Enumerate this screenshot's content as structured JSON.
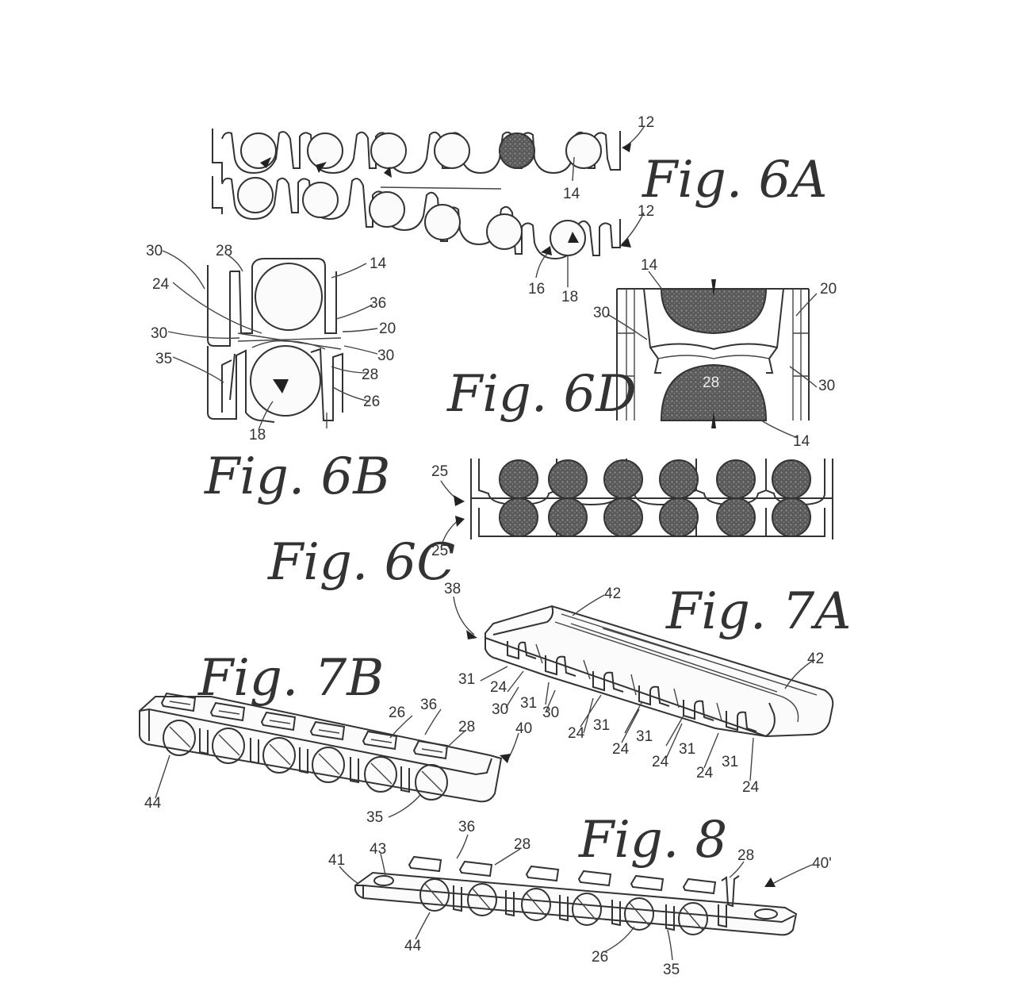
{
  "figures": {
    "fig6a": "Fig. 6A",
    "fig6b": "Fig. 6B",
    "fig6c": "Fig. 6C",
    "fig6d": "Fig. 6D",
    "fig7a": "Fig. 7A",
    "fig7b": "Fig. 7B",
    "fig8": "Fig. 8"
  },
  "refs": {
    "fig6a": [
      "12",
      "14",
      "12",
      "16",
      "18"
    ],
    "fig6b": [
      "30",
      "28",
      "14",
      "24",
      "36",
      "20",
      "30",
      "30",
      "35",
      "28",
      "26",
      "18"
    ],
    "fig6d": [
      "14",
      "20",
      "30",
      "28",
      "30",
      "14"
    ],
    "fig6c": [
      "25",
      "25"
    ],
    "fig7a": [
      "38",
      "42",
      "42",
      "31",
      "24",
      "30",
      "31",
      "30",
      "24",
      "31",
      "24",
      "31",
      "24",
      "31",
      "24",
      "31",
      "24"
    ],
    "fig7b": [
      "26",
      "36",
      "28",
      "40",
      "44",
      "35"
    ],
    "fig8": [
      "36",
      "28",
      "43",
      "41",
      "28",
      "40'",
      "44",
      "26",
      "35"
    ]
  },
  "colors": {
    "line": "#333333",
    "fill_dark": "#4a4a4a",
    "background": "#ffffff"
  }
}
